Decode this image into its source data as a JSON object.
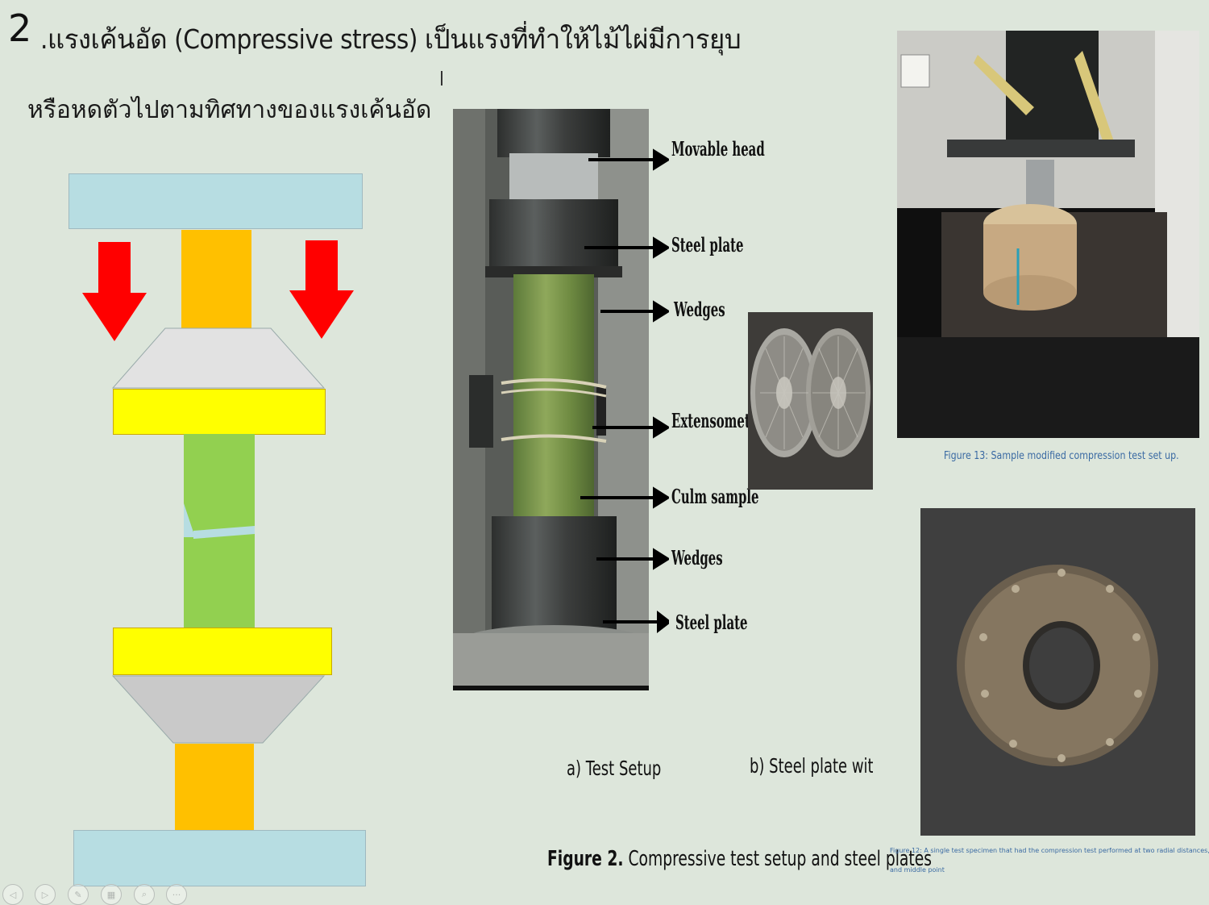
{
  "slide": {
    "title_number": "2",
    "title_text": ".แรงเค้นอัด (Compressive stress) เป็นแรงที่ทำให้ไม้ไผ่มีการยุบ",
    "subtitle": "หรือหดตัวไปตามทิศทางของแรงเค้นอัด"
  },
  "figure_a": {
    "callouts": [
      "Movable head",
      "Steel plate",
      "Wedges",
      "Extensometers",
      "Culm sample",
      "Wedges",
      "Steel plate"
    ],
    "sub_caption_a": "a) Test Setup",
    "sub_caption_b": "b) Steel plate with wedges",
    "caption_bold": "Figure 2.",
    "caption_rest": " Compressive test setup and steel plates"
  },
  "figure_13": {
    "caption": "Figure 13:  Sample modified compression test set up."
  },
  "figure_12": {
    "caption_line1": "Figure 12:  A single test specimen that had the compression test performed at two radial distances, outer point",
    "caption_line2": "and middle point"
  },
  "controls": [
    {
      "icon": "prev-icon"
    },
    {
      "icon": "play-icon"
    },
    {
      "icon": "pen-icon"
    },
    {
      "icon": "slides-icon"
    },
    {
      "icon": "zoom-icon"
    },
    {
      "icon": "more-icon"
    }
  ],
  "colors": {
    "background": "#dde6db",
    "plate": "#b7dde2",
    "column": "#ffc000",
    "bearing": "#ffff00",
    "sample": "#92d050",
    "arrow": "#ff0000",
    "caption_blue": "#3a6aa3"
  }
}
